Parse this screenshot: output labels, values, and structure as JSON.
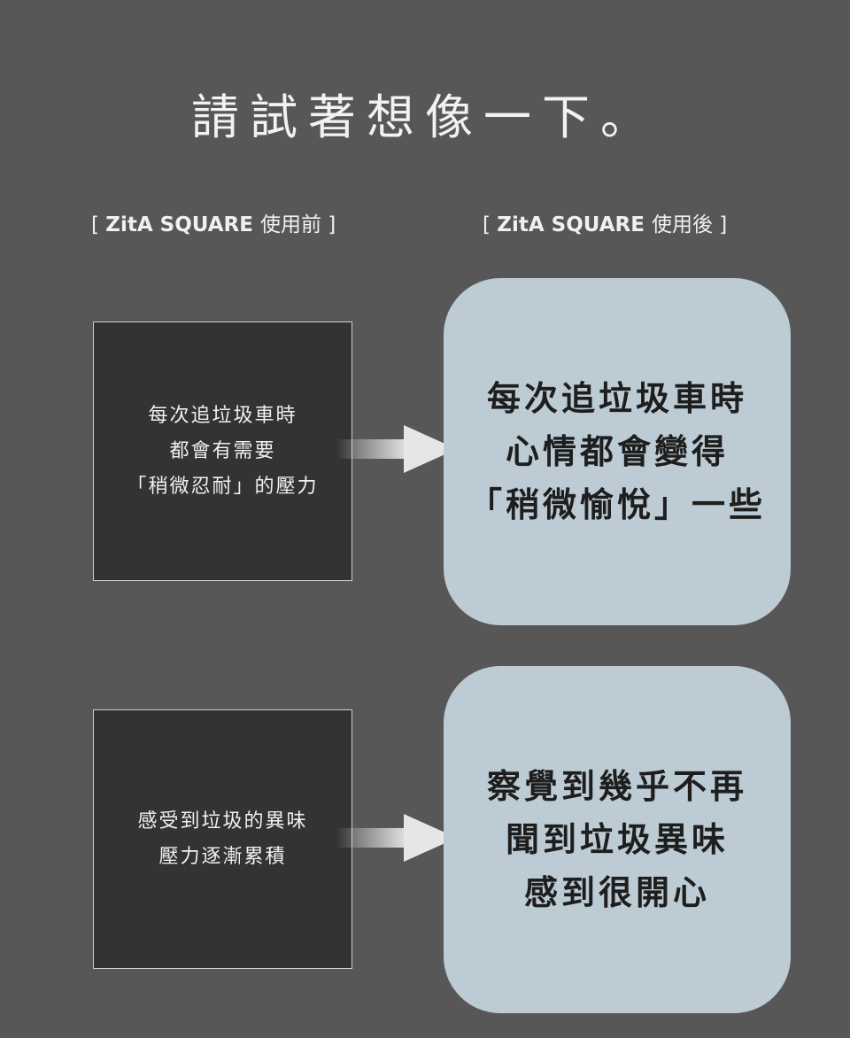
{
  "title": "請試著想像一下。",
  "headers": {
    "before": {
      "open": "[ ",
      "brand": "ZitA SQUARE",
      "suffix": "使用前",
      "close": " ]"
    },
    "after": {
      "open": "[ ",
      "brand": "ZitA SQUARE",
      "suffix": "使用後",
      "close": " ]"
    }
  },
  "rows": [
    {
      "before": [
        "每次追垃圾車時",
        "都會有需要",
        "「稍微忍耐」的壓力"
      ],
      "after": [
        "每次追垃圾車時",
        "心情都會變得",
        "「稍微愉悅」一些"
      ]
    },
    {
      "before": [
        "感受到垃圾的異味",
        "壓力逐漸累積"
      ],
      "after": [
        "察覺到幾乎不再",
        "聞到垃圾異味",
        "感到很開心"
      ]
    }
  ]
}
